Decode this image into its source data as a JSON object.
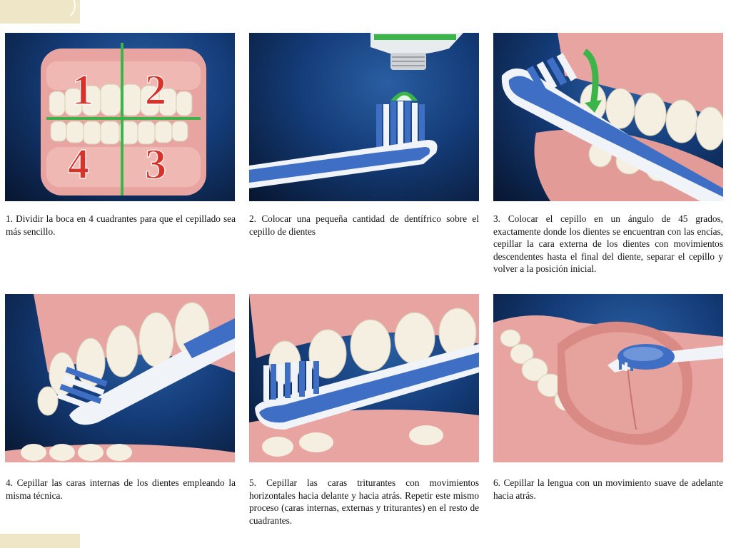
{
  "steps": [
    {
      "caption": "1. Dividir la boca en 4 cuadrantes para que el cepillado sea más sencillo.",
      "quadrant_numbers": [
        "1",
        "2",
        "4",
        "3"
      ]
    },
    {
      "caption": "2. Colocar una pequeña cantidad de dentífrico sobre el cepillo de dientes"
    },
    {
      "caption": "3. Colocar el cepillo en un ángulo de 45 grados, exactamente donde los dientes se encuentran con las encías, cepillar la cara externa de los dientes con movimientos descendentes hasta el final del diente, separar el cepillo y volver a la posición inicial."
    },
    {
      "caption": "4. Cepillar las caras internas de los dientes empleando la misma técnica."
    },
    {
      "caption": "5. Cepillar las caras triturantes con movimientos horizontales hacia delante y hacia atrás. Repetir este mismo proceso (caras internas, externas y triturantes) en el resto de cuadrantes."
    },
    {
      "caption": "6. Cepillar la lengua con un movimiento suave de adelante hacia atrás."
    }
  ],
  "colors": {
    "brush_blue": "#3f6fc4",
    "gum_pink": "#e8a4a0",
    "tooth_white": "#f4efe0",
    "divider_green": "#3bb54a",
    "number_red": "#d8332b"
  }
}
